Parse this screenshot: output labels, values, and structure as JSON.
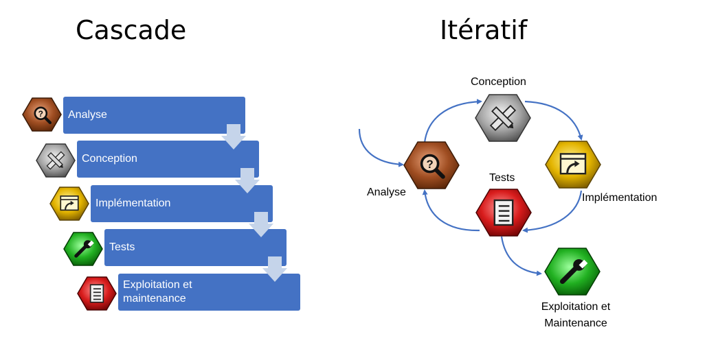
{
  "titles": {
    "left": "Cascade",
    "right": "Itératif"
  },
  "cascade": {
    "steps": [
      {
        "label": "Analyse",
        "icon": "magnifier-question-icon"
      },
      {
        "label": "Conception",
        "icon": "pencil-ruler-icon"
      },
      {
        "label": "Implémentation",
        "icon": "window-upload-icon"
      },
      {
        "label": "Tests",
        "icon": "wrench-icon"
      },
      {
        "label": "Exploitation et\nmaintenance",
        "icon": "clipboard-list-icon"
      }
    ]
  },
  "iteratif": {
    "nodes": {
      "analyse": "Analyse",
      "conception": "Conception",
      "implementation": "Implémentation",
      "tests": "Tests",
      "exploitation": "Exploitation et\nMaintenance"
    }
  },
  "colors": {
    "step_fill": "#4472c4",
    "arrow_fill": "#c5d4ea",
    "connector": "#4472c4",
    "hex_brown": "#a0522d",
    "hex_silver": "#9a9a9a",
    "hex_gold": "#e0b000",
    "hex_green": "#1fa61f",
    "hex_red": "#d21919"
  }
}
